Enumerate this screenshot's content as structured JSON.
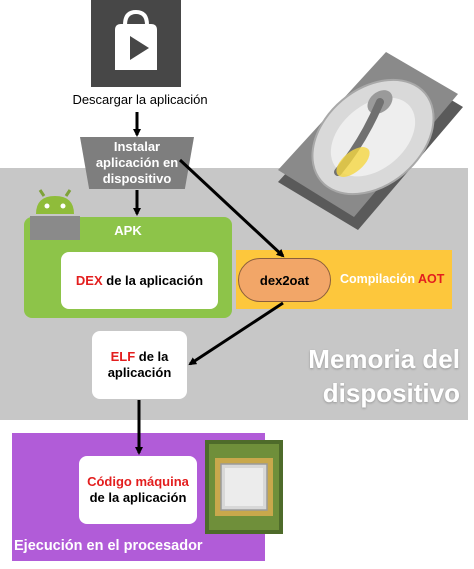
{
  "diagram": {
    "download_label": "Descargar la aplicación",
    "install_lines": [
      "Instalar",
      "aplicación en",
      "dispositivo"
    ],
    "apk_label": "APK",
    "dex_red": "DEX",
    "dex_rest": " de la aplicación",
    "dex2oat_label": "dex2oat",
    "aot_prefix": "Compilación ",
    "aot_red": "AOT",
    "elf_red": "ELF",
    "elf_rest_line1": " de la",
    "elf_line2": "aplicación",
    "code_red": "Código máquina",
    "code_line2": "de la aplicación",
    "memory_line1": "Memoria del",
    "memory_line2": "dispositivo",
    "exec_label": "Ejecución en el procesador"
  },
  "icons": [
    "play-store-icon",
    "android-icon",
    "hard-drive-icon",
    "processor-chip-icon"
  ],
  "colors": {
    "memory_bg": "#c7c7c7",
    "apk_green": "#8dc449",
    "aot_yellow": "#fdc73c",
    "dex2oat_orange": "#f2a668",
    "exec_purple": "#b15cd8",
    "highlight_red": "#e31e1e"
  }
}
